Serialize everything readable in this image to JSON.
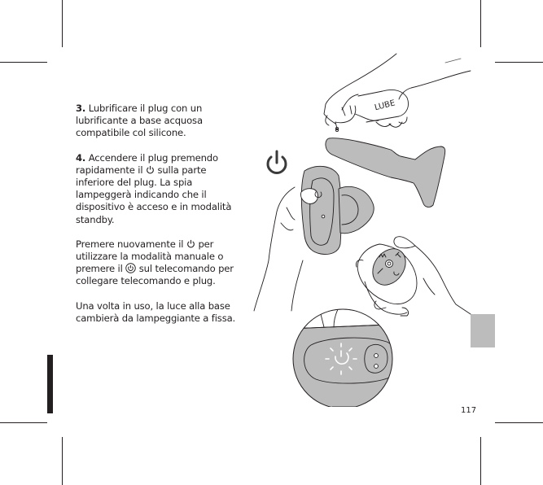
{
  "page": {
    "number": "117",
    "colors": {
      "text": "#231f20",
      "illustration_fill": "#bcbcbc",
      "side_tab": "#bcbcbc",
      "side_bar": "#231f20"
    }
  },
  "instructions": {
    "step3": {
      "number": "3.",
      "text": "Lubrificare il plug con un lubrificante a base acquosa compatibile col silicone."
    },
    "step4": {
      "number": "4.",
      "text_before_icon": "Accendere il plug premendo rapidamente il ",
      "icon": "power-icon",
      "text_after_icon": " sulla parte inferiore del plug. La spia lampeggerà indicando che il dispositivo è acceso e in modalità standby."
    },
    "para_remote": {
      "text_1": "Premere nuovamente il ",
      "icon_1": "power-icon",
      "text_2": " per utilizzare la modalità manuale o premere il ",
      "icon_2": "circled-power-icon",
      "text_3": " sul telecomando per collegare telecomando e plug."
    },
    "para_light": {
      "text": "Una volta in uso, la luce alla base cambierà da lampeggiante a fissa."
    }
  },
  "illustration": {
    "bottle_label": "LUBE",
    "icons": [
      "power-icon",
      "plug-device",
      "remote-control",
      "blinking-light-inset"
    ]
  }
}
